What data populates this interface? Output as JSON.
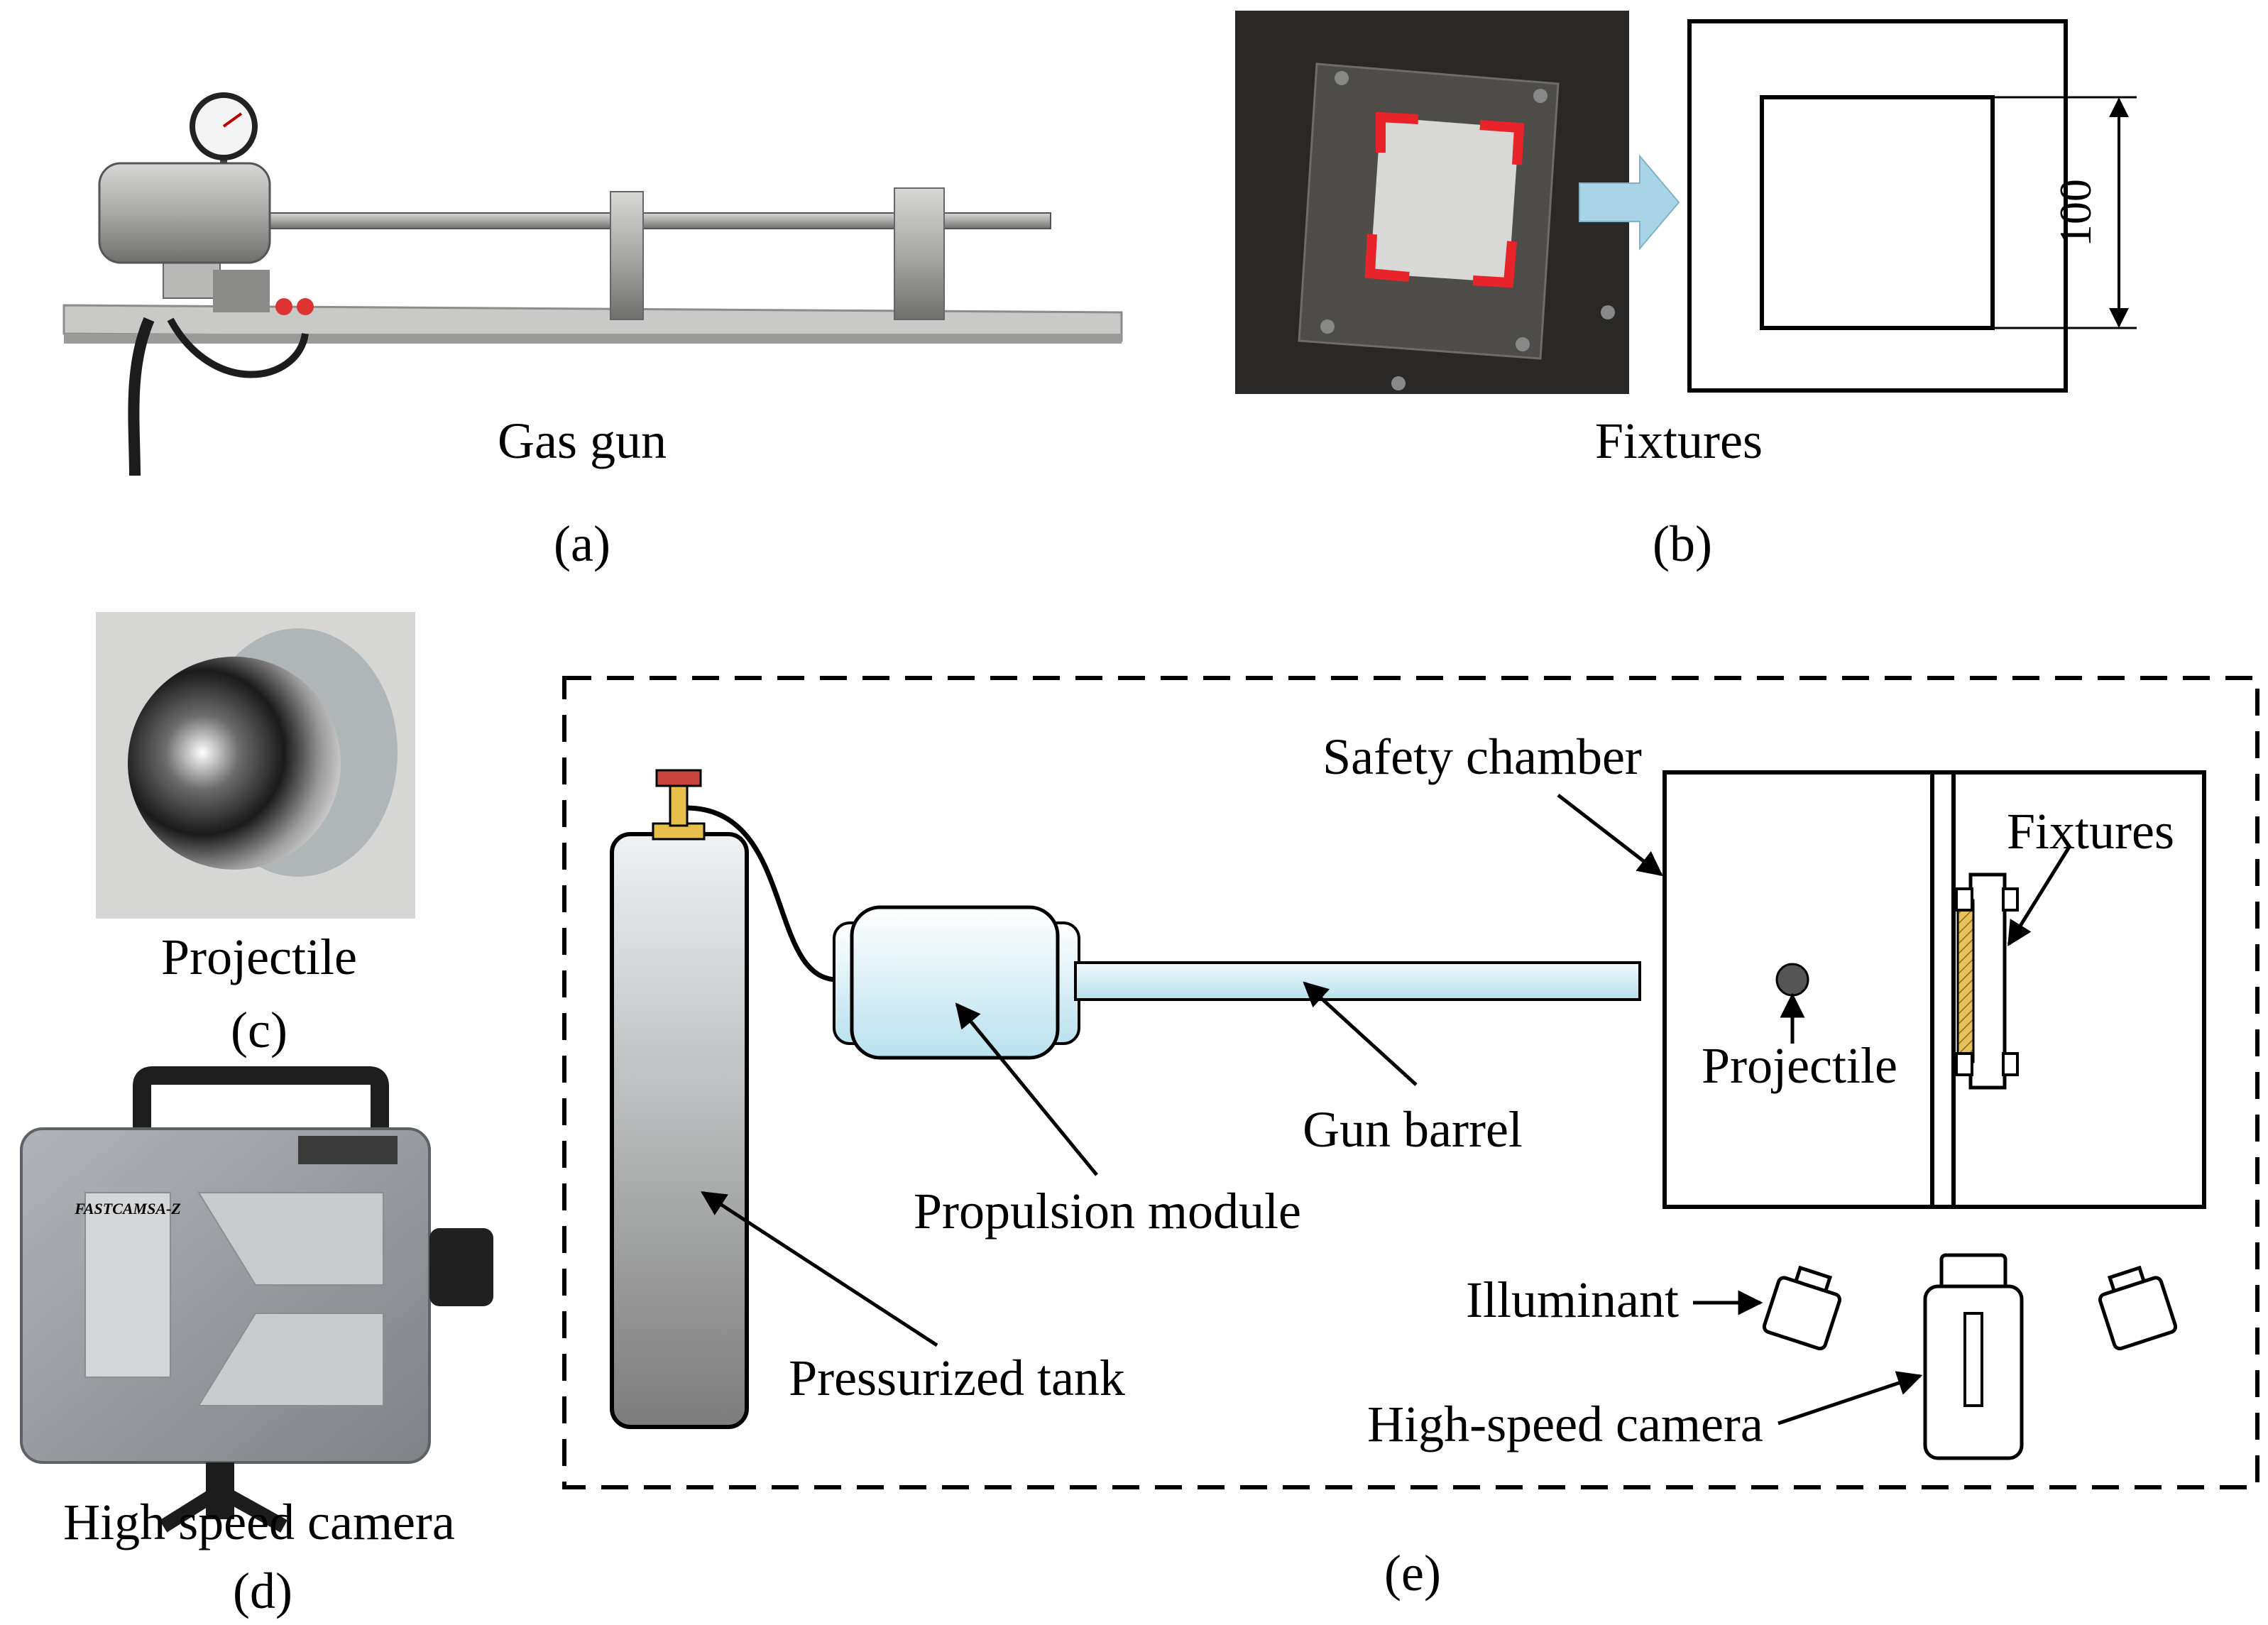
{
  "panels": {
    "a": {
      "caption": "Gas gun",
      "tag": "(a)"
    },
    "b": {
      "caption": "Fixtures",
      "tag": "(b)",
      "dimension": "100"
    },
    "c": {
      "caption": "Projectile",
      "tag": "(c)"
    },
    "d": {
      "caption": "High speed camera",
      "tag": "(d)",
      "camera_brand": "FASTCAMSA-Z"
    },
    "e": {
      "tag": "(e)",
      "labels": {
        "safety_chamber": "Safety chamber",
        "fixtures": "Fixtures",
        "projectile": "Projectile",
        "gun_barrel": "Gun barrel",
        "propulsion_module": "Propulsion module",
        "pressurized_tank": "Pressurized tank",
        "illuminant": "Illuminant",
        "high_speed_camera": "High-speed camera"
      }
    }
  },
  "colors": {
    "arrow_blue": "#a9d4e6",
    "red_marker": "#e8242a",
    "valve_red": "#c8443c",
    "valve_gold": "#e6c04a",
    "specimen_yellow": "#e7c25c"
  }
}
